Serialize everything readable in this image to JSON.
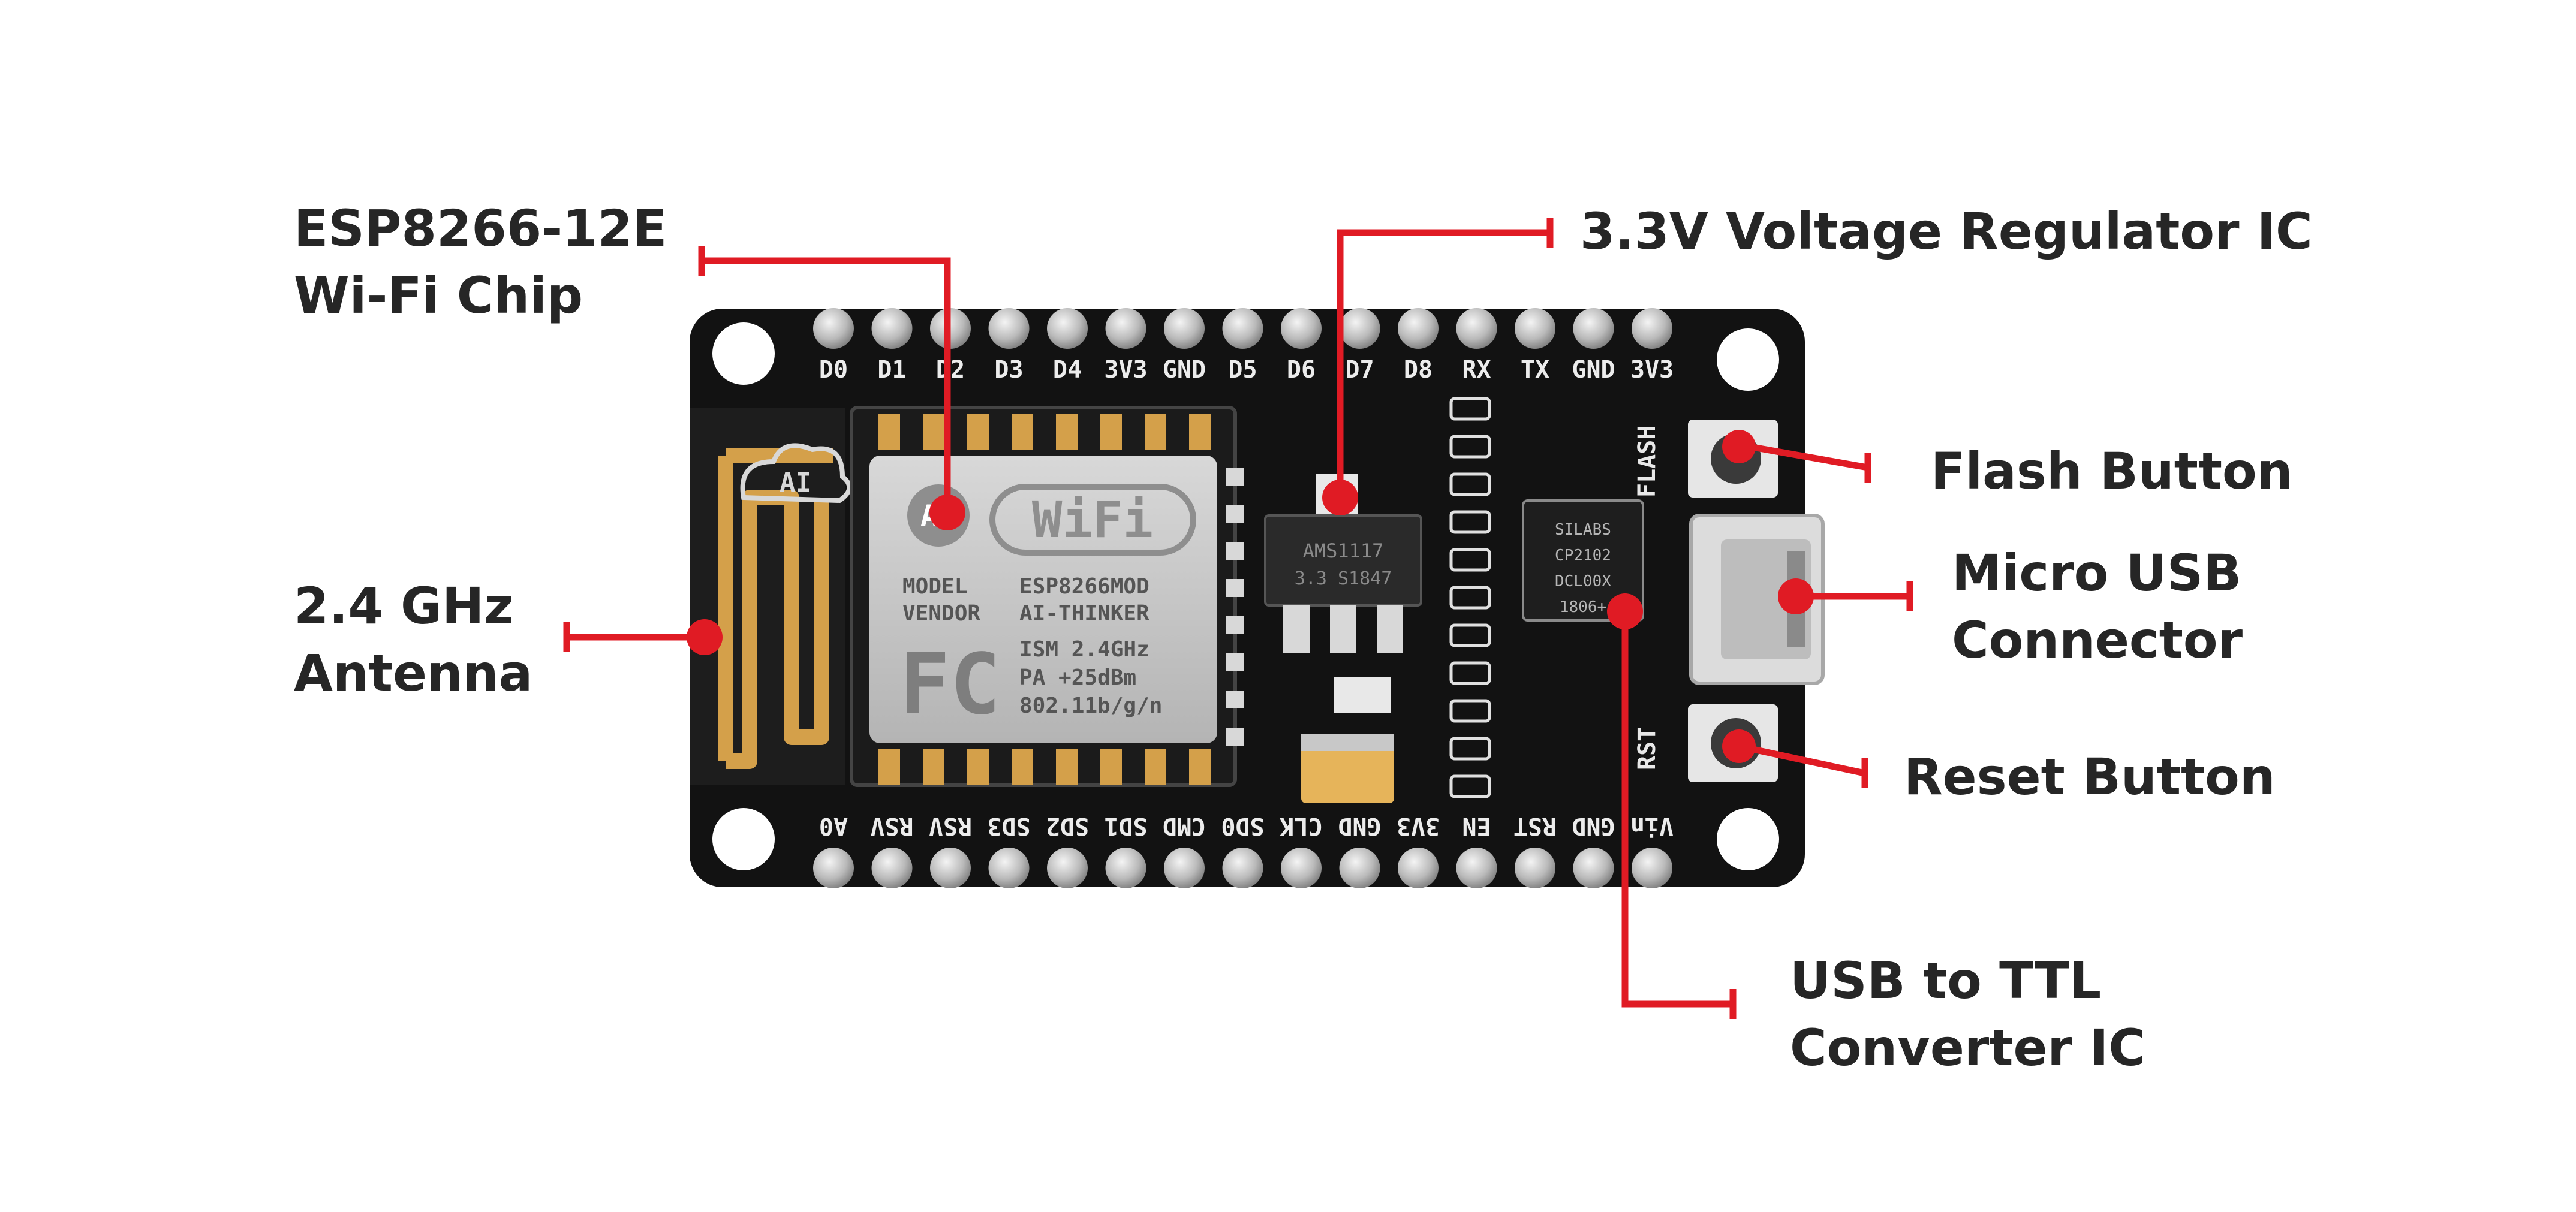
{
  "labels": {
    "esp_chip": [
      "ESP8266-12E",
      "Wi-Fi Chip"
    ],
    "antenna": [
      "2.4 GHz",
      "Antenna"
    ],
    "regulator": [
      "3.3V Voltage Regulator IC"
    ],
    "flash": [
      "Flash Button"
    ],
    "usb": [
      "Micro USB",
      "Connector"
    ],
    "reset": [
      "Reset Button"
    ],
    "usb_ttl": [
      "USB to TTL",
      "Converter IC"
    ]
  },
  "pins_top": [
    "D0",
    "D1",
    "D2",
    "D3",
    "D4",
    "3V3",
    "GND",
    "D5",
    "D6",
    "D7",
    "D8",
    "RX",
    "TX",
    "GND",
    "3V3"
  ],
  "pins_bottom": [
    "A0",
    "RSV",
    "RSV",
    "SD3",
    "SD2",
    "SD1",
    "CMD",
    "SD0",
    "CLK",
    "GND",
    "3V3",
    "EN",
    "RST",
    "GND",
    "Vin"
  ],
  "module": {
    "ai_logo": "AI",
    "wifi_word": "WiFi",
    "model_key": "MODEL",
    "model_val": "ESP8266MOD",
    "vendor_key": "VENDOR",
    "vendor_val": "AI-THINKER",
    "ism": "ISM 2.4GHz",
    "pa": "PA  +25dBm",
    "std": "802.11b/g/n",
    "fc": "FC"
  },
  "regulator_marking": [
    "AMS1117",
    "3.3 S1847"
  ],
  "usb_chip_marking": [
    "SILABS",
    "CP2102",
    "DCL00X",
    "1806+"
  ],
  "board_text": {
    "flash": "FLASH",
    "rst": "RST"
  },
  "colors": {
    "pcb": "#121212",
    "callout": "#e01b24",
    "label": "#262626",
    "gold": "#d4a04a",
    "module": "#c9c9c9"
  }
}
